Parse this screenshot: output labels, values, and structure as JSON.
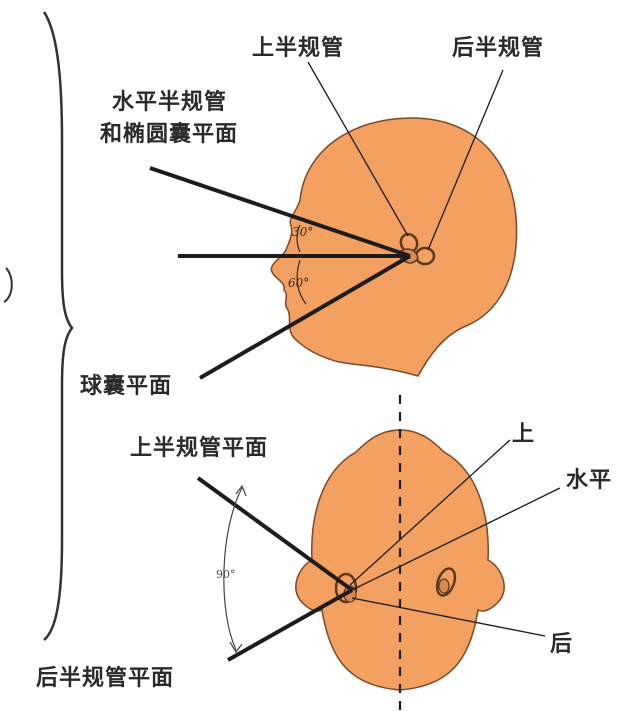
{
  "labels": {
    "superior_canal": "上半规管",
    "posterior_canal": "后半规管",
    "horizontal_canal_plane": [
      "水平半规管",
      "和椭圆囊平面"
    ],
    "saccule_plane": "球囊平面",
    "superior_canal_plane": "上半规管平面",
    "top_superior": "上",
    "top_horizontal": "水平",
    "top_posterior": "后",
    "posterior_canal_plane": "后半规管平面"
  },
  "angles": {
    "upper": "30°",
    "lower": "60°",
    "right": "90°"
  },
  "colors": {
    "head_fill": "#f3a060",
    "head_outline": "#7a4a28",
    "line": "#1c1c1c"
  }
}
